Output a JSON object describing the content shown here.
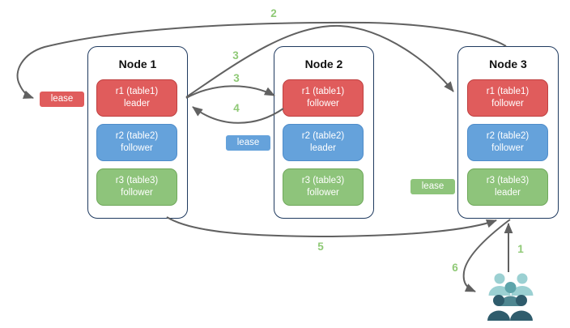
{
  "diagram": {
    "nodes": [
      {
        "title": "Node 1",
        "replicas": [
          {
            "name": "r1 (table1)",
            "role": "leader"
          },
          {
            "name": "r2 (table2)",
            "role": "follower"
          },
          {
            "name": "r3 (table3)",
            "role": "follower"
          }
        ]
      },
      {
        "title": "Node 2",
        "replicas": [
          {
            "name": "r1 (table1)",
            "role": "follower"
          },
          {
            "name": "r2 (table2)",
            "role": "leader"
          },
          {
            "name": "r3 (table3)",
            "role": "follower"
          }
        ]
      },
      {
        "title": "Node 3",
        "replicas": [
          {
            "name": "r1 (table1)",
            "role": "follower"
          },
          {
            "name": "r2 (table2)",
            "role": "follower"
          },
          {
            "name": "r3 (table3)",
            "role": "leader"
          }
        ]
      }
    ],
    "leases": [
      {
        "label": "lease",
        "color": "#e05c5c"
      },
      {
        "label": "lease",
        "color": "#65a2db"
      },
      {
        "label": "lease",
        "color": "#8ec47b"
      }
    ],
    "steps": {
      "step1": "1",
      "step2": "2",
      "step3a": "3",
      "step3b": "3",
      "step4": "4",
      "step5": "5",
      "step6": "6"
    },
    "colors": {
      "replica_red": "#e05c5c",
      "replica_red_border": "#bf4040",
      "replica_blue": "#65a2db",
      "replica_blue_border": "#4f8cc9",
      "replica_green": "#8ec47b",
      "replica_green_border": "#6fa85b",
      "node_border": "#1f3a5f",
      "arrow": "#616161",
      "step_label": "#8fc976",
      "users_back": "#9bd0d2",
      "users_mid_head": "#5ea4aa",
      "users_mid_body": "#4f8791",
      "users_front": "#2f5c6c"
    },
    "icons": [
      "users-group-icon"
    ]
  }
}
